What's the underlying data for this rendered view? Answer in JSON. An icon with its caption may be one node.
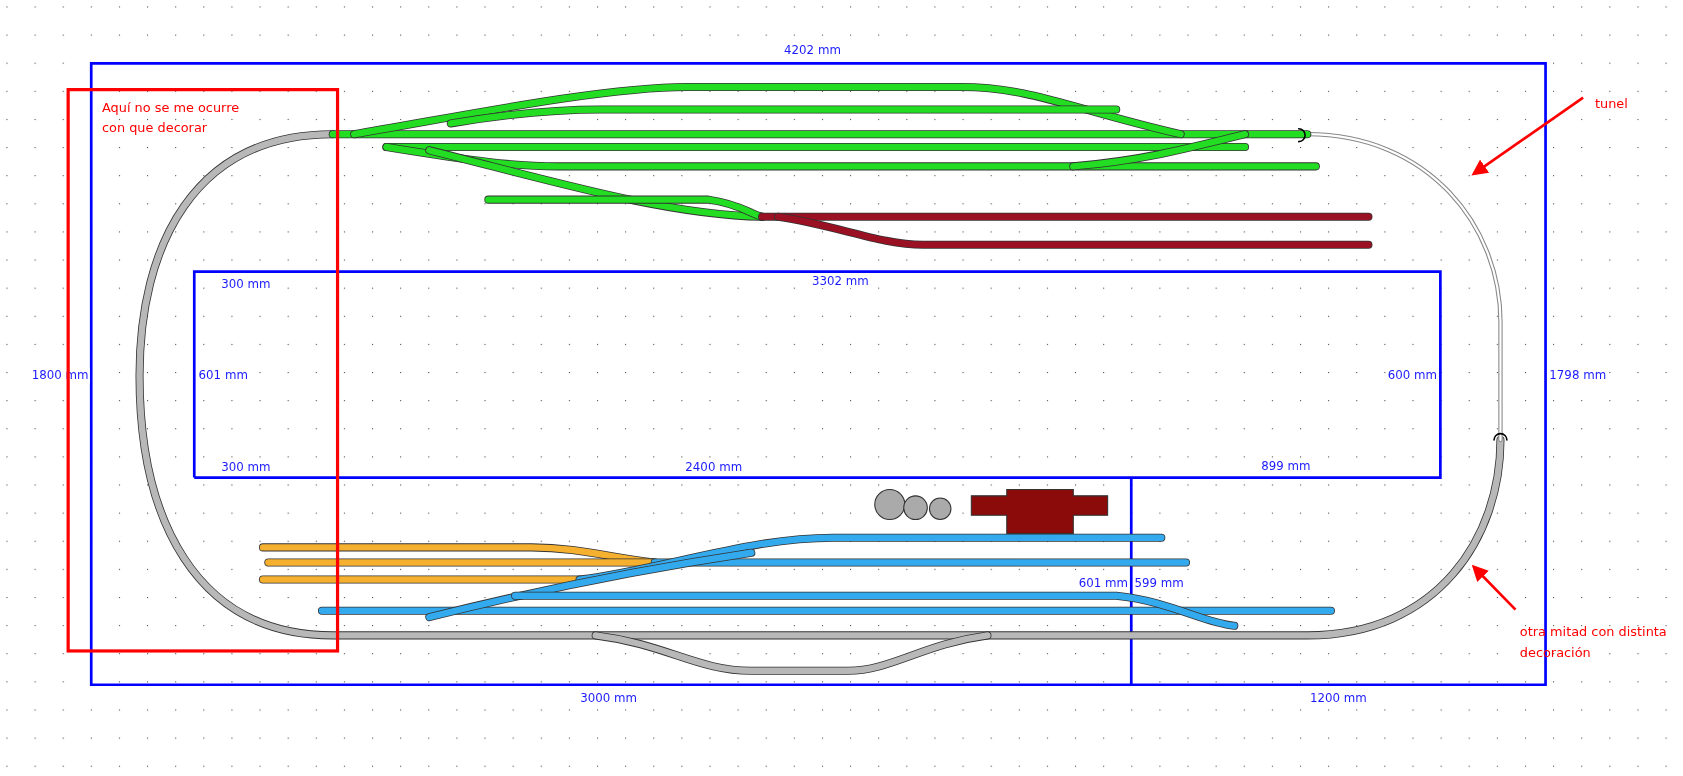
{
  "diagram": {
    "nodes": [
      {
        "text": [
          "Aquí no se me ocurre con que decorar"
        ]
      },
      {
        "text": [
          "tunel"
        ]
      },
      {
        "text": [
          "otra mitad con distinta decoración"
        ]
      }
    ],
    "edges": [
      {
        "from": 1,
        "to": null,
        "arrow": "to"
      },
      {
        "from": 2,
        "to": null,
        "arrow": "to"
      }
    ],
    "labels": [
      "4202 mm",
      "300 mm",
      "3302 mm",
      "1800 mm",
      "601 mm",
      "600 mm",
      "1798 mm",
      "300 mm",
      "2400 mm",
      "899 mm",
      "601 mm",
      "599 mm",
      "3000 mm",
      "1200 mm"
    ]
  }
}
